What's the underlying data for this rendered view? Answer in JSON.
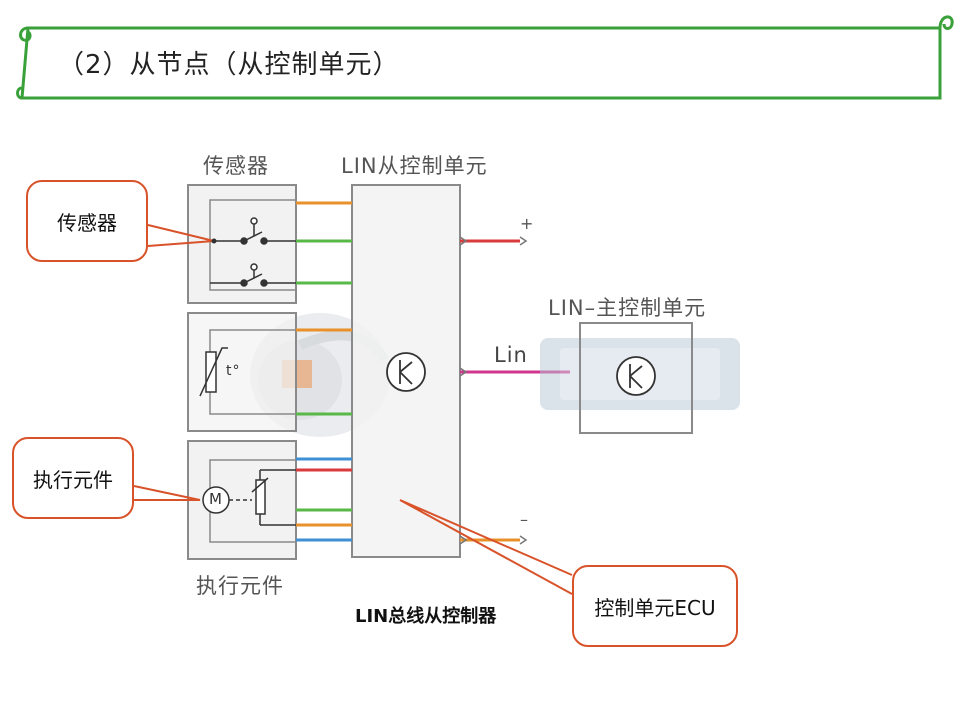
{
  "banner": {
    "title": "（2）从节点（从控制单元）"
  },
  "diagram": {
    "sensor_group_label": "传感器",
    "actuator_group_label": "执行元件",
    "slave_unit_label": "LIN从控制单元",
    "master_unit_label": "LIN–主控制单元",
    "lin_wire_label": "Lin",
    "plus_label": "+",
    "minus_label": "–",
    "thermistor_label": "t°",
    "motor_label": "M"
  },
  "callouts": {
    "sensor": "传感器",
    "actuator": "执行元件",
    "ecu": "控制单元ECU"
  },
  "caption": "LIN总线从控制器",
  "colors": {
    "banner_border": "#3aa13a",
    "callout_border": "#d9532a",
    "wire_orange": "#e8902a",
    "wire_green": "#58b848",
    "wire_blue": "#3d8fd6",
    "wire_red": "#d93a3a",
    "wire_magenta": "#d0368f",
    "box_stroke": "#8a8a8a",
    "box_fill": "#f2f2f2"
  }
}
